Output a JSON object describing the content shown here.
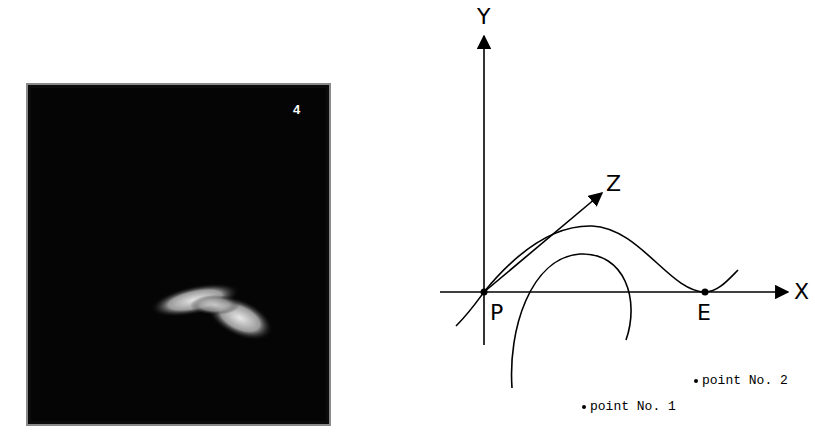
{
  "diagram": {
    "labels": [
      "4",
      "Y",
      "Z",
      "X",
      "P",
      "E",
      "point No. 2",
      "point No. 1"
    ]
  }
}
